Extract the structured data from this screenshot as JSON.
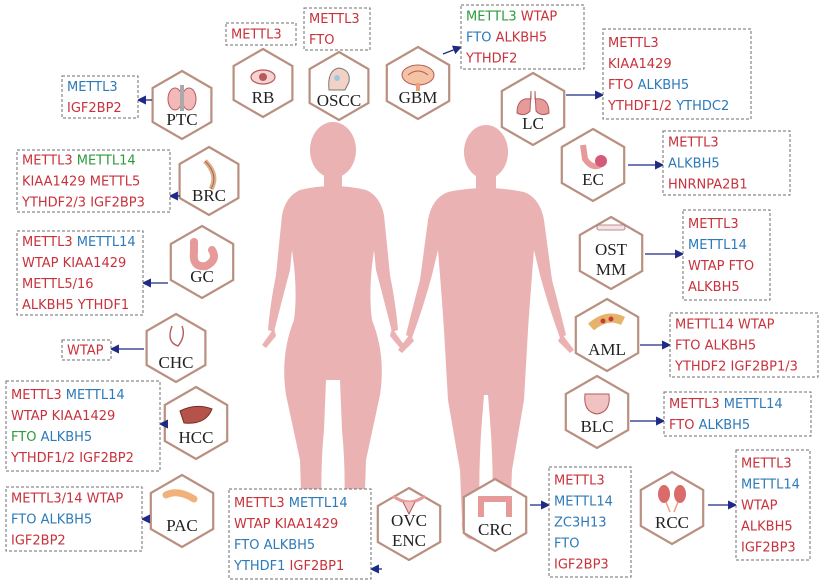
{
  "colors": {
    "upregulated": "#c8323c",
    "downregulated": "#2e7ab8",
    "other": "#2f9a3c",
    "body": "#eab2b2",
    "hex_border": "#b98f80",
    "arrow": "#1f2a86"
  },
  "cancers": [
    {
      "id": "rb",
      "label": "RB",
      "icon": "eye-icon",
      "lines": [
        [
          {
            "t": "METTL3",
            "c": "red"
          }
        ]
      ]
    },
    {
      "id": "oscc",
      "label": "OSCC",
      "icon": "head-icon",
      "lines": [
        [
          {
            "t": "METTL3",
            "c": "red"
          }
        ],
        [
          {
            "t": "FTO",
            "c": "red"
          }
        ]
      ]
    },
    {
      "id": "gbm",
      "label": "GBM",
      "icon": "brain-icon",
      "lines": [
        [
          {
            "t": "METTL3",
            "c": "green"
          },
          {
            "t": "WTAP",
            "c": "red"
          }
        ],
        [
          {
            "t": "FTO",
            "c": "blue"
          },
          {
            "t": "ALKBH5",
            "c": "red"
          }
        ],
        [
          {
            "t": "YTHDF2",
            "c": "red"
          }
        ]
      ]
    },
    {
      "id": "ptc",
      "label": "PTC",
      "icon": "thyroid-icon",
      "lines": [
        [
          {
            "t": "METTL3",
            "c": "blue"
          }
        ],
        [
          {
            "t": "IGF2BP2",
            "c": "red"
          }
        ]
      ]
    },
    {
      "id": "lc",
      "label": "LC",
      "icon": "lungs-icon",
      "lines": [
        [
          {
            "t": "METTL3",
            "c": "red"
          }
        ],
        [
          {
            "t": "KIAA1429",
            "c": "red"
          }
        ],
        [
          {
            "t": "FTO",
            "c": "red"
          },
          {
            "t": "ALKBH5",
            "c": "blue"
          }
        ],
        [
          {
            "t": "YTHDF1/2",
            "c": "red"
          },
          {
            "t": "YTHDC2",
            "c": "blue"
          }
        ]
      ]
    },
    {
      "id": "brc",
      "label": "BRC",
      "icon": "breast-icon",
      "lines": [
        [
          {
            "t": "METTL3",
            "c": "red"
          },
          {
            "t": "METTL14",
            "c": "green"
          }
        ],
        [
          {
            "t": "KIAA1429",
            "c": "red"
          },
          {
            "t": "METTL5",
            "c": "red"
          }
        ],
        [
          {
            "t": "YTHDF2/3",
            "c": "red"
          },
          {
            "t": "IGF2BP3",
            "c": "red"
          }
        ]
      ]
    },
    {
      "id": "ec",
      "label": "EC",
      "icon": "esophagus-icon",
      "lines": [
        [
          {
            "t": "METTL3",
            "c": "red"
          }
        ],
        [
          {
            "t": "ALKBH5",
            "c": "blue"
          }
        ],
        [
          {
            "t": "HNRNPA2B1",
            "c": "red"
          }
        ]
      ]
    },
    {
      "id": "gc",
      "label": "GC",
      "icon": "stomach-icon",
      "lines": [
        [
          {
            "t": "METTL3",
            "c": "red"
          },
          {
            "t": "METTL14",
            "c": "blue"
          }
        ],
        [
          {
            "t": "WTAP",
            "c": "red"
          },
          {
            "t": "KIAA1429",
            "c": "red"
          }
        ],
        [
          {
            "t": "METTL5/16",
            "c": "red"
          }
        ],
        [
          {
            "t": "ALKBH5",
            "c": "red"
          },
          {
            "t": "YTHDF1",
            "c": "red"
          }
        ]
      ]
    },
    {
      "id": "ostmm",
      "label": "OST",
      "label2": "MM",
      "icon": "bone-icon",
      "lines": [
        [
          {
            "t": "METTL3",
            "c": "red"
          }
        ],
        [
          {
            "t": "METTL14",
            "c": "blue"
          }
        ],
        [
          {
            "t": "WTAP",
            "c": "red"
          },
          {
            "t": "FTO",
            "c": "red"
          }
        ],
        [
          {
            "t": "ALKBH5",
            "c": "red"
          }
        ]
      ]
    },
    {
      "id": "aml",
      "label": "AML",
      "icon": "blood-vessel-icon",
      "lines": [
        [
          {
            "t": "METTL14",
            "c": "red"
          },
          {
            "t": "WTAP",
            "c": "red"
          }
        ],
        [
          {
            "t": "FTO",
            "c": "red"
          },
          {
            "t": "ALKBH5",
            "c": "red"
          }
        ],
        [
          {
            "t": "YTHDF2",
            "c": "red"
          },
          {
            "t": "IGF2BP1/3",
            "c": "red"
          }
        ]
      ]
    },
    {
      "id": "chc",
      "label": "CHC",
      "icon": "bile-duct-icon",
      "lines": [
        [
          {
            "t": "WTAP",
            "c": "red"
          }
        ]
      ]
    },
    {
      "id": "blc",
      "label": "BLC",
      "icon": "bladder-icon",
      "lines": [
        [
          {
            "t": "METTL3",
            "c": "red"
          },
          {
            "t": "METTL14",
            "c": "blue"
          }
        ],
        [
          {
            "t": "FTO",
            "c": "red"
          },
          {
            "t": "ALKBH5",
            "c": "blue"
          }
        ]
      ]
    },
    {
      "id": "hcc",
      "label": "HCC",
      "icon": "liver-icon",
      "lines": [
        [
          {
            "t": "METTL3",
            "c": "red"
          },
          {
            "t": "METTL14",
            "c": "blue"
          }
        ],
        [
          {
            "t": "WTAP",
            "c": "red"
          },
          {
            "t": "KIAA1429",
            "c": "red"
          }
        ],
        [
          {
            "t": "FTO",
            "c": "green"
          },
          {
            "t": "ALKBH5",
            "c": "blue"
          }
        ],
        [
          {
            "t": "YTHDF1/2",
            "c": "red"
          },
          {
            "t": "IGF2BP2",
            "c": "red"
          }
        ]
      ]
    },
    {
      "id": "pac",
      "label": "PAC",
      "icon": "pancreas-icon",
      "lines": [
        [
          {
            "t": "METTL3/14",
            "c": "red"
          },
          {
            "t": "WTAP",
            "c": "red"
          }
        ],
        [
          {
            "t": "FTO",
            "c": "blue"
          },
          {
            "t": "ALKBH5",
            "c": "blue"
          }
        ],
        [
          {
            "t": "IGF2BP2",
            "c": "red"
          }
        ]
      ]
    },
    {
      "id": "ovcenc",
      "label": "OVC",
      "label2": "ENC",
      "icon": "uterus-icon",
      "lines": [
        [
          {
            "t": "METTL3",
            "c": "red"
          },
          {
            "t": "METTL14",
            "c": "blue"
          }
        ],
        [
          {
            "t": "WTAP",
            "c": "red"
          },
          {
            "t": "KIAA1429",
            "c": "red"
          }
        ],
        [
          {
            "t": "FTO",
            "c": "blue"
          },
          {
            "t": "ALKBH5",
            "c": "blue"
          }
        ],
        [
          {
            "t": "YTHDF1",
            "c": "blue"
          },
          {
            "t": "IGF2BP1",
            "c": "red"
          }
        ]
      ]
    },
    {
      "id": "crc",
      "label": "CRC",
      "icon": "colon-icon",
      "lines": [
        [
          {
            "t": "METTL3",
            "c": "red"
          }
        ],
        [
          {
            "t": "METTL14",
            "c": "blue"
          }
        ],
        [
          {
            "t": "ZC3H13",
            "c": "blue"
          }
        ],
        [
          {
            "t": "FTO",
            "c": "blue"
          }
        ],
        [
          {
            "t": "IGF2BP3",
            "c": "red"
          }
        ]
      ]
    },
    {
      "id": "rcc",
      "label": "RCC",
      "icon": "kidney-icon",
      "lines": [
        [
          {
            "t": "METTL3",
            "c": "red"
          }
        ],
        [
          {
            "t": "METTL14",
            "c": "blue"
          }
        ],
        [
          {
            "t": "WTAP",
            "c": "red"
          }
        ],
        [
          {
            "t": "ALKBH5",
            "c": "red"
          }
        ],
        [
          {
            "t": "IGF2BP3",
            "c": "red"
          }
        ]
      ]
    }
  ]
}
